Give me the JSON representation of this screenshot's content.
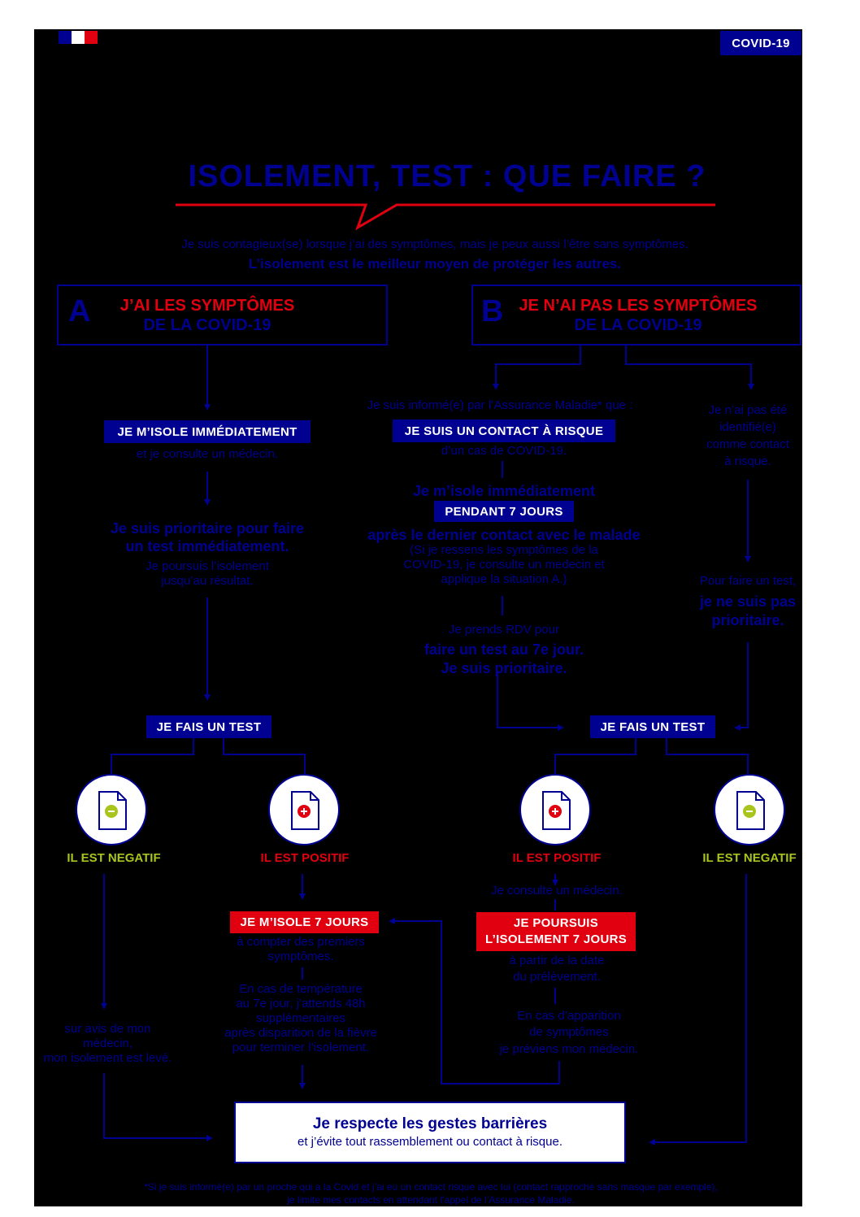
{
  "colors": {
    "blue": "#000091",
    "red": "#e1000f",
    "green": "#a9c41c",
    "background": "#000000"
  },
  "badge": "COVID-19",
  "title": "ISOLEMENT, TEST : QUE FAIRE ?",
  "intro": {
    "line1": "Je suis contagieux(se) lorsque j’ai des symptômes, mais je peux aussi l’être sans symptômes.",
    "line2": "L’isolement est le meilleur moyen de protéger les autres."
  },
  "case_a": {
    "letter": "A",
    "title_line1": "J’AI LES SYMPTÔMES",
    "title_line2": "DE LA COVID-19",
    "isolate_tag": "JE M’ISOLE IMMÉDIATEMENT",
    "consult": "et je consulte un médecin.",
    "priority_line1": "Je suis prioritaire pour faire",
    "priority_line2": "un test immédiatement.",
    "continue_line1": "Je poursuis l’isolement",
    "continue_line2": "jusqu’au résultat.",
    "test_tag": "JE FAIS UN TEST",
    "negative_label": "IL EST NEGATIF",
    "positive_label": "IL EST POSITIF",
    "negative_text_line1": "sur avis de mon",
    "negative_text_line2": "médecin,",
    "negative_text_line3": "mon isolement est levé.",
    "isolate7_tag": "JE M’ISOLE 7 JOURS",
    "isolate7_line1": "à compter des premiers",
    "isolate7_line2": "symptômes.",
    "fever_line1": "En cas de température",
    "fever_line2": "au 7e jour, j’attends 48h",
    "fever_line3": "supplémentaires",
    "fever_line4": "après disparition de la fièvre",
    "fever_line5": "pour terminer l’isolement."
  },
  "case_b": {
    "letter": "B",
    "title_line1": "JE N’AI PAS LES SYMPTÔMES",
    "title_line2": "DE LA COVID-19",
    "informed": "Je suis informé(e) par l’Assurance Maladie* que :",
    "contact_tag": "JE SUIS UN CONTACT À RISQUE",
    "contact_case": "d’un cas de COVID-19.",
    "isolate_now": "Je m’isole immédiatement",
    "seven_days_tag": "PENDANT 7 JOURS",
    "after_contact": "après le dernier contact avec le malade",
    "note_line1": "(Si je ressens les symptômes de la",
    "note_line2": "COVID-19, je consulte un medecin et",
    "note_line3": "applique la situation A.)",
    "rdv_line1": "Je prends RDV pour",
    "rdv_line2": "faire un test au 7e jour.",
    "rdv_line3": "Je suis prioritaire.",
    "not_identified_line1": "Je n’ai pas été",
    "not_identified_line2": "identifié(e)",
    "not_identified_line3": "comme contact",
    "not_identified_line4": "à risque.",
    "test_info_line1": "Pour faire un test,",
    "test_info_line2": "je ne suis pas",
    "test_info_line3": "prioritaire.",
    "test_tag": "JE FAIS UN TEST",
    "positive_label": "IL EST POSITIF",
    "negative_label": "IL EST NEGATIF",
    "consult": "Je consulte un médecin.",
    "continue_tag_line1": "JE POURSUIS",
    "continue_tag_line2": "L’ISOLEMENT 7 JOURS",
    "from_date_line1": "à partir de la date",
    "from_date_line2": "du prélèvement.",
    "symptoms_line1": "En cas d’apparition",
    "symptoms_line2": "de symptômes",
    "symptoms_line3": "je préviens mon médecin."
  },
  "final": {
    "line1": "Je respecte les gestes barrières",
    "line2": "et j’évite tout rassemblement ou contact à risque."
  },
  "footnote": {
    "line1": "*Si je suis informé(e) par un proche qui a la Covid et j’ai eu un contact risque avec lui (contact rapproché sans masque par exemple),",
    "line2": "je limite mes contacts en attendant l’appel de l’Assurance Maladie."
  }
}
